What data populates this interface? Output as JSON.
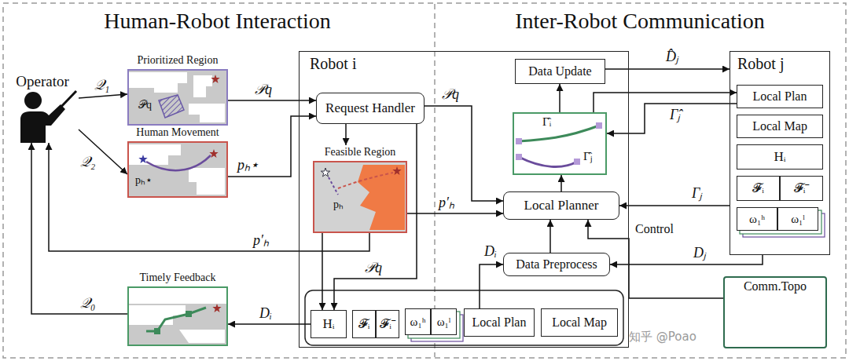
{
  "diagram": {
    "nodes": [
      {
        "text": [
          "Operator"
        ]
      },
      {
        "text": [
          "Prioritized Region",
          "𝒫q"
        ]
      },
      {
        "text": [
          "Human Movement",
          "pₕ⋆"
        ]
      },
      {
        "text": [
          "Timely Feedback"
        ]
      },
      {
        "text": [
          "Robot i"
        ]
      },
      {
        "text": [
          "Request Handler"
        ],
        "in": 4
      },
      {
        "text": [
          "Feasible Region",
          "pₕ"
        ],
        "in": 4
      },
      {
        "text": [
          "Data Update"
        ],
        "in": 4
      },
      {
        "text": [
          "Γ̂ᵢ",
          "Γ̂ⱼ"
        ],
        "in": 4
      },
      {
        "text": [
          "Local Planner"
        ],
        "in": 4
      },
      {
        "text": [
          "Data Preprocess"
        ],
        "in": 4
      },
      {
        "text": [
          "Hᵢ"
        ],
        "in": 4
      },
      {
        "text": [
          "𝓕ᵢ"
        ],
        "in": 4
      },
      {
        "text": [
          "𝓕ᵢ⁻"
        ],
        "in": 4
      },
      {
        "text": [
          "ω₁ʰ"
        ],
        "in": 4
      },
      {
        "text": [
          "ω₁ˡ"
        ],
        "in": 4
      },
      {
        "text": [
          "Local Plan"
        ],
        "in": 4
      },
      {
        "text": [
          "Local Map"
        ],
        "in": 4
      },
      {
        "text": [
          "Robot j"
        ]
      },
      {
        "text": [
          "Local Plan"
        ],
        "in": 18
      },
      {
        "text": [
          "Local Map"
        ],
        "in": 18
      },
      {
        "text": [
          "Hᵢ"
        ],
        "in": 18
      },
      {
        "text": [
          "𝓕ᵢ"
        ],
        "in": 18
      },
      {
        "text": [
          "𝓕ᵢ⁻"
        ],
        "in": 18
      },
      {
        "text": [
          "ω₁ʰ"
        ],
        "in": 18
      },
      {
        "text": [
          "ω₁ˡ"
        ],
        "in": 18
      },
      {
        "text": [
          "Comm.Topo"
        ]
      }
    ],
    "edges": [
      {
        "from": 0,
        "to": 1,
        "label": "𝒬₁",
        "arrow": "to"
      },
      {
        "from": 0,
        "to": 2,
        "label": "𝒬₂",
        "arrow": "to"
      },
      {
        "from": 3,
        "to": 0,
        "label": "𝒬₀",
        "arrow": "to"
      },
      {
        "from": 1,
        "to": 5,
        "label": "𝒫q",
        "arrow": "to"
      },
      {
        "from": 2,
        "to": 5,
        "label": "pₕ⋆",
        "arrow": "to"
      },
      {
        "from": 5,
        "to": 6,
        "arrow": "to"
      },
      {
        "from": 6,
        "to": 0,
        "label": "p′ₕ",
        "arrow": "to"
      },
      {
        "from": 6,
        "to": 9,
        "label": "p′ₕ",
        "arrow": "to"
      },
      {
        "from": 5,
        "to": 9,
        "label": "𝒫q",
        "arrow": "to"
      },
      {
        "from": 5,
        "to": 11,
        "label": "𝒫q",
        "arrow": "to"
      },
      {
        "from": 6,
        "to": 11,
        "arrow": "to"
      },
      {
        "from": 11,
        "to": 3,
        "label": "Dᵢ",
        "arrow": "to"
      },
      {
        "from": 9,
        "to": 8,
        "arrow": "to"
      },
      {
        "from": 8,
        "to": 7,
        "arrow": "to"
      },
      {
        "from": 7,
        "to": 18,
        "label": "D̂ⱼ",
        "arrow": "to"
      },
      {
        "from": 8,
        "to": 19,
        "arrow": "to"
      },
      {
        "from": 19,
        "to": 8,
        "label": "Γ̂ⱼ",
        "arrow": "to"
      },
      {
        "from": 18,
        "to": 9,
        "label": "Γⱼ",
        "arrow": "to"
      },
      {
        "from": 18,
        "to": 10,
        "label": "Dⱼ",
        "arrow": "to"
      },
      {
        "from": 10,
        "to": 9,
        "arrow": "to"
      },
      {
        "from": 16,
        "to": 10,
        "label": "Dᵢ",
        "arrow": "to"
      },
      {
        "from": 26,
        "to": 9,
        "label": "Control",
        "arrow": "to"
      }
    ],
    "labels": [
      "Human-Robot Interaction",
      "Inter-Robot Communication",
      "知乎 @Poao"
    ]
  }
}
